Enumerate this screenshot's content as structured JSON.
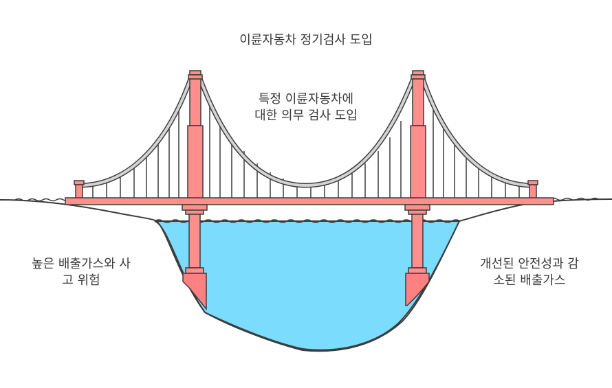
{
  "title": "이륜자동차 정기검사 도입",
  "center_label": {
    "line1": "특정 이륜자동차에",
    "line2": "대한 의무 검사 도입"
  },
  "left_label": {
    "line1": "높은 배출가스와 사",
    "line2": "고 위험"
  },
  "right_label": {
    "line1": "개선된 안전성과 감",
    "line2": "소된 배출가스"
  },
  "colors": {
    "tower": "#ff8f8c",
    "tower_dark": "#f0706c",
    "cable": "#d4d4d4",
    "water": "#7bdcfd",
    "outline": "#3c3c3c",
    "text": "#3a3a3a",
    "background": "#ffffff"
  }
}
